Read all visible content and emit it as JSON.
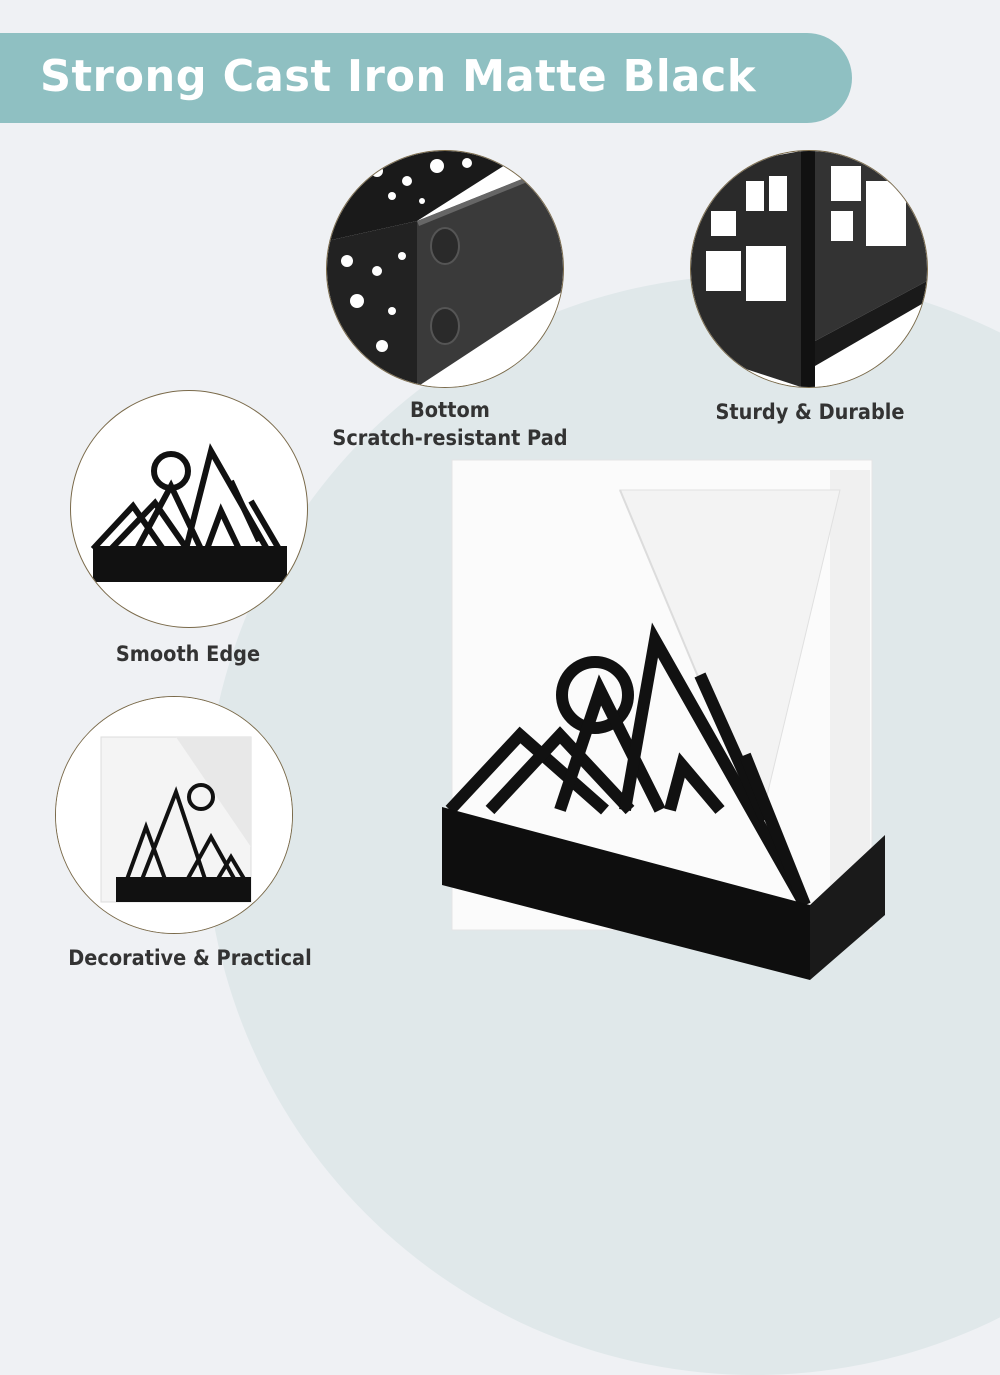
{
  "banner": {
    "title": "Strong Cast Iron Matte Black",
    "color": "#8fc0c2"
  },
  "features": [
    {
      "id": "pad",
      "label_line1": "Bottom",
      "label_line2": "Scratch-resistant Pad",
      "icon": "scratch-pad-closeup"
    },
    {
      "id": "sturdy",
      "label": "Sturdy & Durable",
      "icon": "sturdy-frame-closeup"
    },
    {
      "id": "edge",
      "label": "Smooth Edge",
      "icon": "mountain-silhouette"
    },
    {
      "id": "decor",
      "label": "Decorative & Practical",
      "icon": "napkin-holder-thumbnail"
    }
  ],
  "hero": {
    "subject": "Mountain napkin holder with napkins"
  },
  "colors": {
    "background": "#eff1f4",
    "label_text": "#333333",
    "metal": "#111111"
  }
}
